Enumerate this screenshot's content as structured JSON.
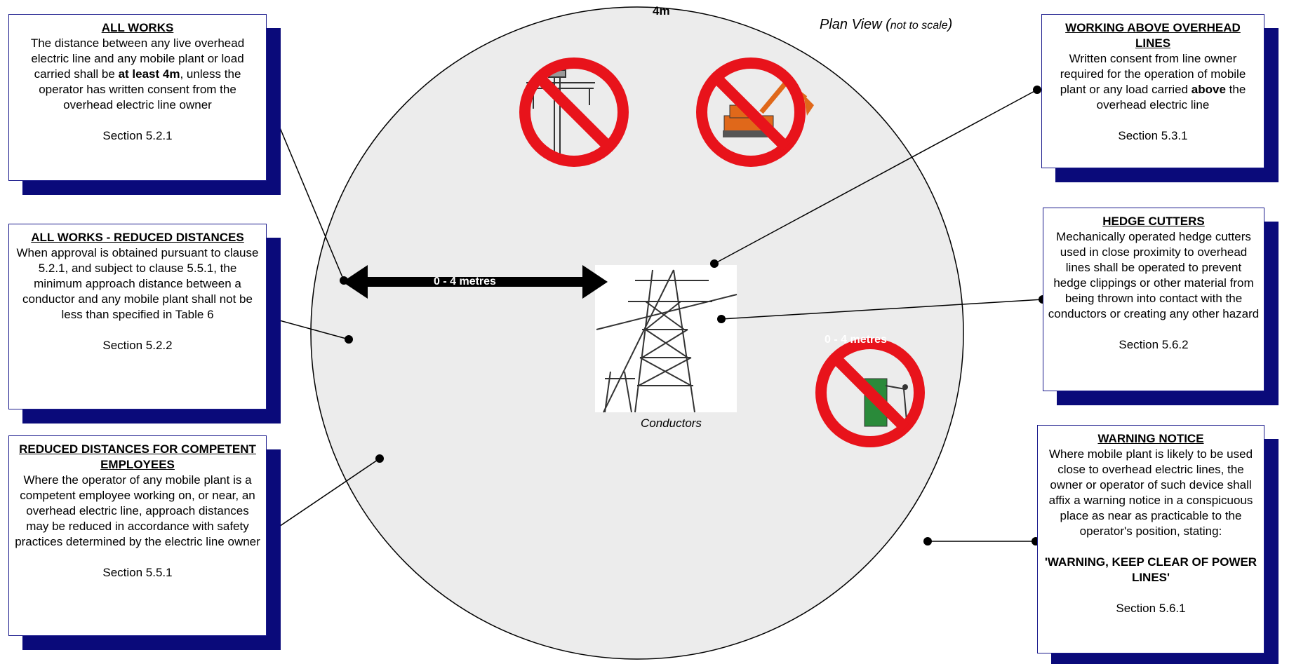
{
  "top_label": "4m",
  "plan_view": {
    "title": "Plan View (",
    "note": "not to scale",
    "close": ")"
  },
  "arrow_label": "0 - 4 metres",
  "overlay_label": "0 - 4 metres",
  "conductors_label": "Conductors",
  "boxes": {
    "all_works": {
      "title": "ALL WORKS",
      "body_a": "The distance between any live overhead electric line and any mobile plant or load carried shall be ",
      "body_bold": "at least 4m",
      "body_b": ", unless the operator has written consent from the overhead electric line owner",
      "section": "Section 5.2.1"
    },
    "reduced": {
      "title": "ALL WORKS - REDUCED DISTANCES",
      "body": "When approval is obtained pursuant to clause 5.2.1, and subject to clause 5.5.1, the minimum approach distance between a conductor and any mobile plant shall not be less than specified in Table 6",
      "section": "Section 5.2.2"
    },
    "competent": {
      "title": "REDUCED DISTANCES FOR COMPETENT EMPLOYEES",
      "body": "Where the operator of any mobile plant is a competent employee working on, or near, an overhead electric line, approach distances may be reduced in accordance with safety practices determined by the electric line owner",
      "section": "Section 5.5.1"
    },
    "above": {
      "title": "WORKING ABOVE OVERHEAD LINES",
      "body_a": "Written consent from line owner required for the operation of mobile plant or any load carried ",
      "body_bold": "above",
      "body_b": " the overhead electric line",
      "section": "Section 5.3.1"
    },
    "hedge": {
      "title": "HEDGE CUTTERS",
      "body": "Mechanically operated hedge cutters used in close proximity to overhead lines shall be operated to prevent hedge clippings or other material from being thrown into contact with the conductors or creating any other hazard",
      "section": "Section 5.6.2"
    },
    "warning": {
      "title": "WARNING NOTICE",
      "body": "Where mobile plant is likely to be used close to overhead electric lines, the owner or operator of such device shall affix a warning notice in a conspicuous place as near as practicable to the operator's position, stating:",
      "quote": "'WARNING, KEEP CLEAR OF POWER LINES'",
      "section": "Section 5.6.1"
    },
    "colors": {
      "circle": "#ececec",
      "shadow": "#0a0a7a",
      "prohibit": "#e8131b",
      "excavator": "#e0681a"
    }
  }
}
